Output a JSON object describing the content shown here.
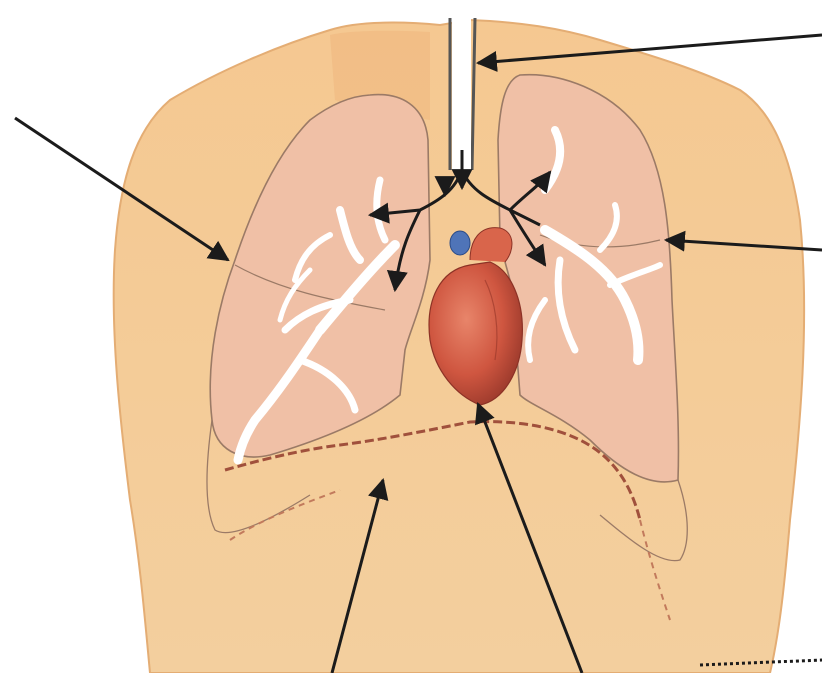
{
  "figure": {
    "subject": "respiratory-system-thorax",
    "labels": [],
    "pointers": [
      {
        "id": "trachea-pointer",
        "points_to": "trachea"
      },
      {
        "id": "right-lung-pointer",
        "points_to": "right-lung-outer-edge"
      },
      {
        "id": "left-lung-pointer",
        "points_to": "left-lung-outer-edge"
      },
      {
        "id": "diaphragm-pointer",
        "points_to": "diaphragm"
      },
      {
        "id": "heart-apex-pointer",
        "points_to": "heart-apex"
      }
    ],
    "colors": {
      "skin": "#f3c592",
      "skin_shadow": "#e8b27a",
      "lung_fill": "#f0c0a6",
      "lung_outline": "#9b7a66",
      "bronchi": "#ffffff",
      "heart": "#cf5640",
      "heart_dark": "#a8372b",
      "vessel_blue": "#4f74b8",
      "diaphragm": "#a0503c",
      "arrow": "#1b1b1b"
    }
  }
}
